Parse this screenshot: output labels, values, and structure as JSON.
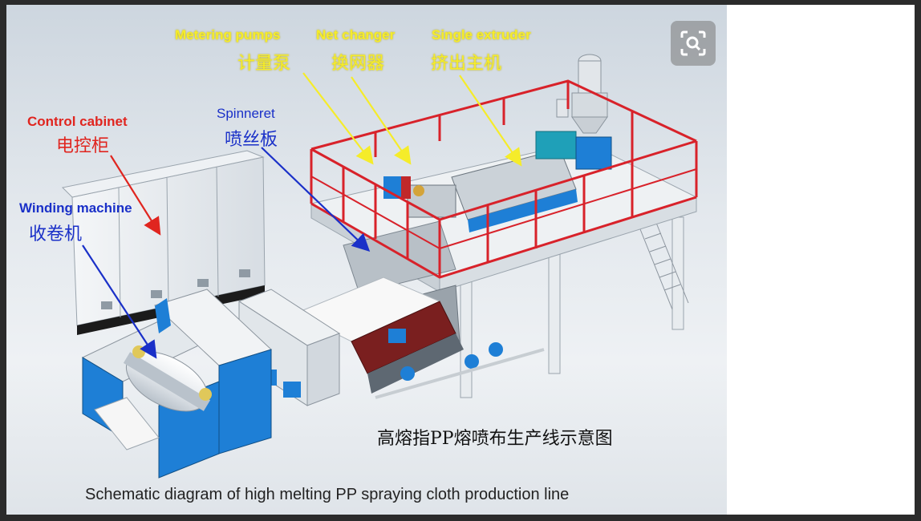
{
  "labels": {
    "metering_pumps_en": "Metering pumps",
    "metering_pumps_cn": "计量泵",
    "net_changer_en": "Net changer",
    "net_changer_cn": "换网器",
    "single_extruder_en": "Single extruder",
    "single_extruder_cn": "挤出主机",
    "control_cabinet_en": "Control cabinet",
    "control_cabinet_cn": "电控柜",
    "spinneret_en": "Spinneret",
    "spinneret_cn": "喷丝板",
    "winding_machine_en": "Winding machine",
    "winding_machine_cn": "收卷机"
  },
  "caption_cn": "高熔指PP熔喷布生产线示意图",
  "caption_en": "Schematic diagram of high melting PP spraying cloth production line",
  "icons": {
    "zoom": "zoom-search-icon"
  },
  "colors": {
    "label_yellow": "#f5ec2a",
    "label_red": "#e0251f",
    "label_blue": "#1a30c8",
    "railing_red": "#d8222a",
    "machine_blue": "#1e7fd6"
  }
}
